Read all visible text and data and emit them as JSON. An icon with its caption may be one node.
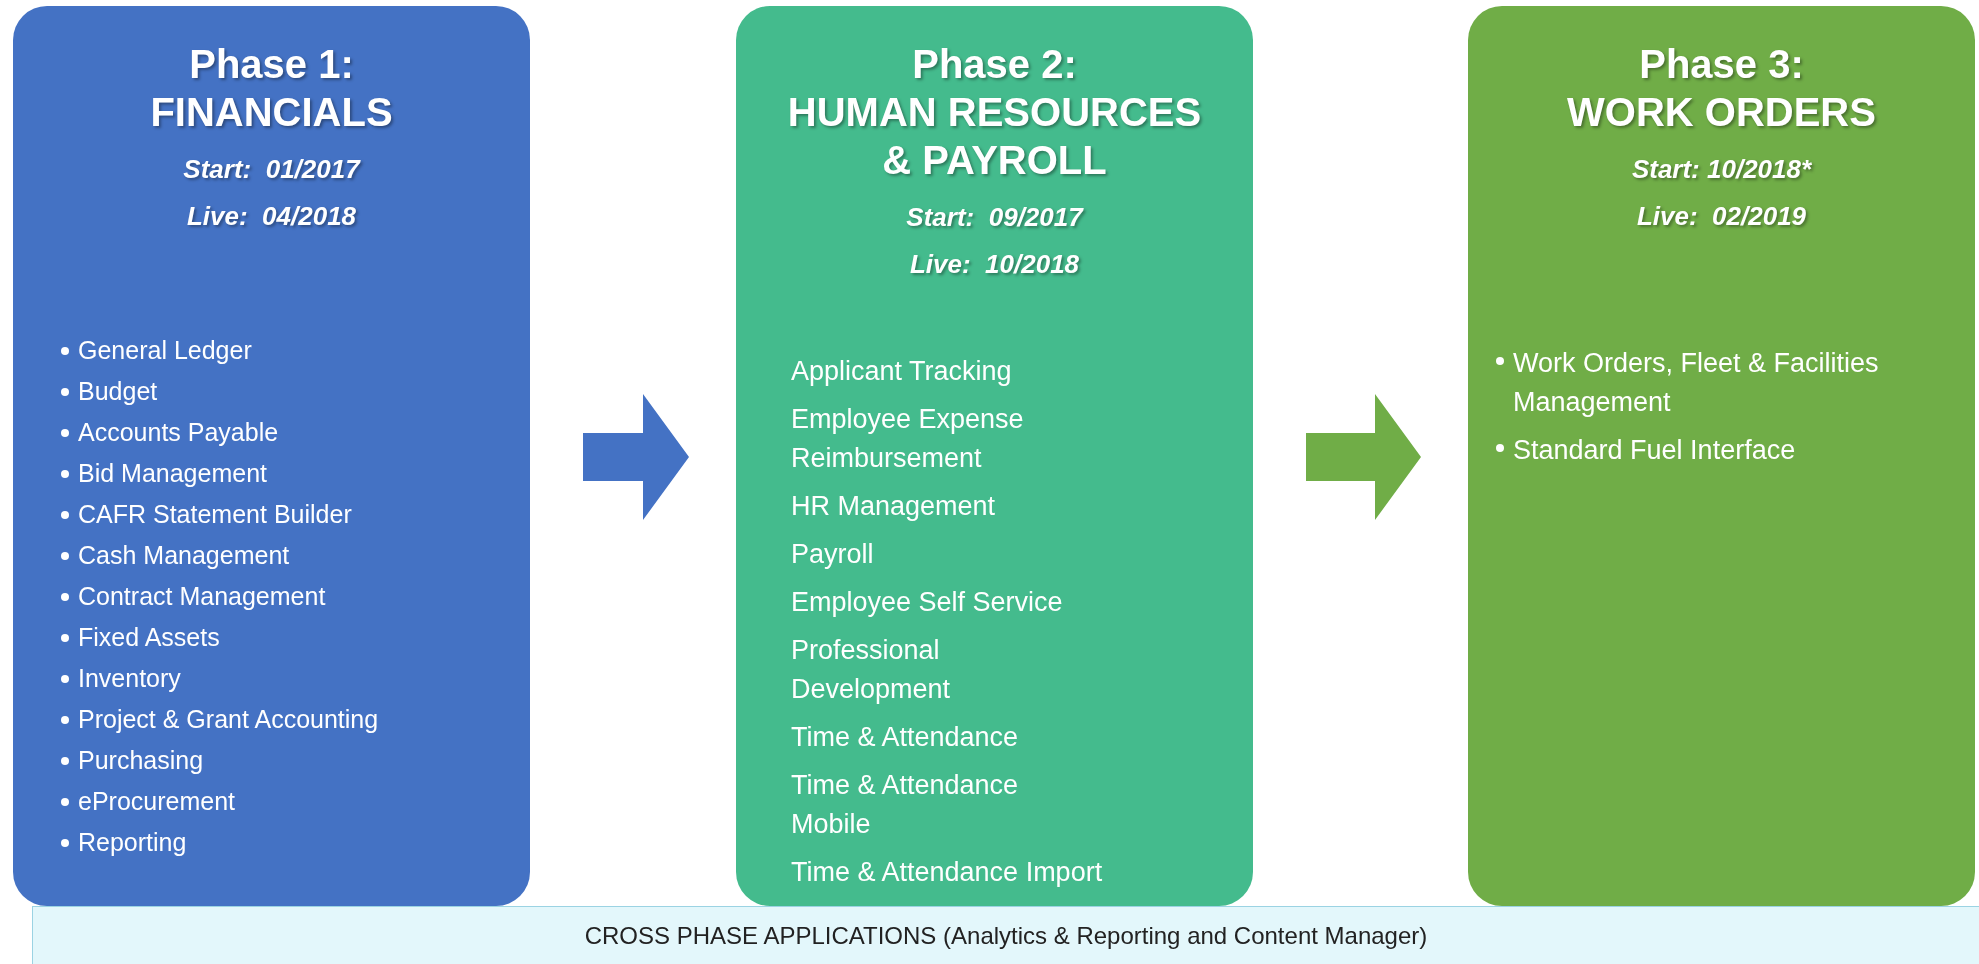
{
  "diagram": {
    "nodes": [
      {
        "text": [
          "Phase 1:",
          "FINANCIALS",
          "Start:  01/2017",
          "Live:  04/2018",
          "General Ledger",
          "Budget",
          "Accounts Payable",
          "Bid Management",
          "CAFR Statement Builder",
          "Cash Management",
          "Contract Management",
          "Fixed Assets",
          "Inventory",
          "Project & Grant Accounting",
          "Purchasing",
          "eProcurement",
          "Reporting"
        ]
      },
      {
        "text": [
          "Phase 2:",
          "HUMAN RESOURCES & PAYROLL",
          "Start:  09/2017",
          "Live:  10/2018",
          "Applicant Tracking",
          "Employee Expense Reimbursement",
          "HR Management",
          "Payroll",
          "Employee Self Service",
          "Professional Development",
          "Time & Attendance",
          "Time & Attendance Mobile",
          "Time & Attendance Import"
        ]
      },
      {
        "text": [
          "Phase 3:",
          "WORK ORDERS",
          "Start: 10/2018*",
          "Live:  02/2019",
          "Work Orders, Fleet & Facilities Management",
          "Standard Fuel Interface"
        ]
      },
      {
        "text": [
          "CROSS PHASE APPLICATIONS (Analytics & Reporting and Content Manager)"
        ]
      }
    ],
    "edges": [
      {
        "from": 0,
        "to": 1,
        "arrow": "to",
        "color": "#4472c4"
      },
      {
        "from": 1,
        "to": 2,
        "arrow": "to",
        "color": "#70ad47"
      }
    ]
  }
}
